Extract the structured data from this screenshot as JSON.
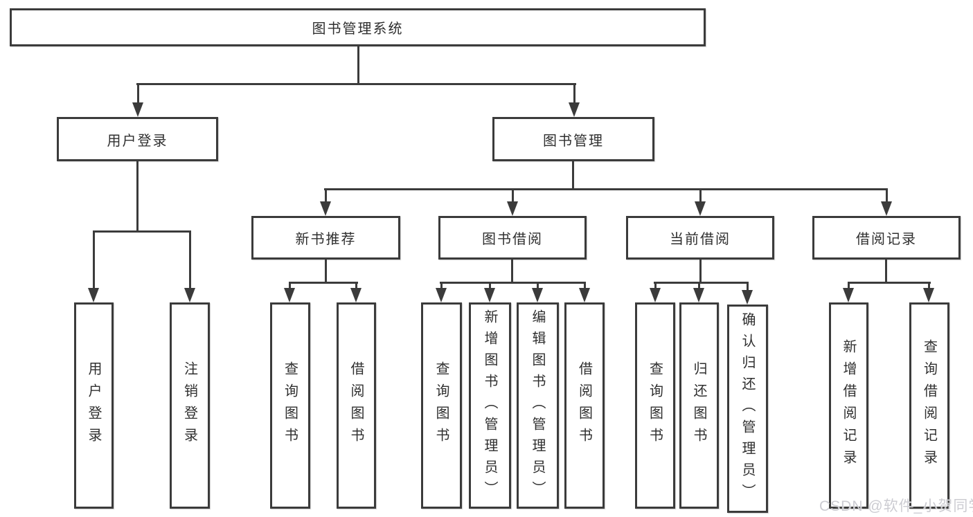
{
  "title": "图书管理系统",
  "colors": {
    "line": "#3b3b3b",
    "text": "#2f2f2f",
    "background": "#ffffff",
    "watermark": "#ccccd2"
  },
  "watermark": {
    "text": "CSDN @软件_小贺同学"
  },
  "tree": {
    "label": "图书管理系统",
    "children": [
      {
        "label": "用户登录",
        "children": [
          {
            "label": "用户登录"
          },
          {
            "label": "注销登录"
          }
        ]
      },
      {
        "label": "图书管理",
        "children": [
          {
            "label": "新书推荐",
            "children": [
              {
                "label": "查询图书"
              },
              {
                "label": "借阅图书"
              }
            ]
          },
          {
            "label": "图书借阅",
            "children": [
              {
                "label": "查询图书"
              },
              {
                "label": "新增图书（管理员）"
              },
              {
                "label": "编辑图书（管理员）"
              },
              {
                "label": "借阅图书"
              }
            ]
          },
          {
            "label": "当前借阅",
            "children": [
              {
                "label": "查询图书"
              },
              {
                "label": "归还图书"
              },
              {
                "label": "确认归还（管理员）"
              }
            ]
          },
          {
            "label": "借阅记录",
            "children": [
              {
                "label": "新增借阅记录"
              },
              {
                "label": "查询借阅记录"
              }
            ]
          }
        ]
      }
    ]
  }
}
